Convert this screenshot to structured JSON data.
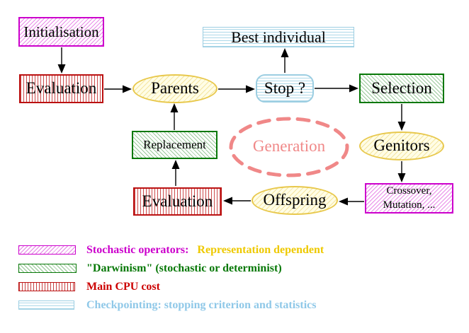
{
  "nodes": {
    "initialisation": {
      "label": "Initialisation"
    },
    "evaluation_top": {
      "label": "Evaluation"
    },
    "parents": {
      "label": "Parents"
    },
    "stop": {
      "label": "Stop ?"
    },
    "best_individual": {
      "label": "Best individual"
    },
    "selection": {
      "label": "Selection"
    },
    "genitors": {
      "label": "Genitors"
    },
    "crossover": {
      "line1": "Crossover,",
      "line2": "Mutation, ..."
    },
    "offspring": {
      "label": "Offspring"
    },
    "evaluation_bottom": {
      "label": "Evaluation"
    },
    "replacement": {
      "label": "Replacement"
    },
    "generation": {
      "label": "Generation"
    }
  },
  "legend": [
    {
      "primary": "Stochastic operators:",
      "secondary": "Representation dependent"
    },
    {
      "primary": "\"Darwinism\" (stochastic or determinist)"
    },
    {
      "primary": "Main CPU cost"
    },
    {
      "primary": "Checkpointing: stopping criterion and statistics"
    }
  ],
  "colors": {
    "magenta": "#CC00CC",
    "red": "#BB1111",
    "red-text": "#CC0000",
    "green": "#077807",
    "cyan-border": "#9CCEE2",
    "cyan-line": "#ACD8E8",
    "cyan-text": "#8FC8E8",
    "yellow-border": "#E8C84C",
    "yellow-fill": "#FFFDE6",
    "gold-text": "#EEC900",
    "salmon": "#F08888",
    "black": "#000000"
  }
}
